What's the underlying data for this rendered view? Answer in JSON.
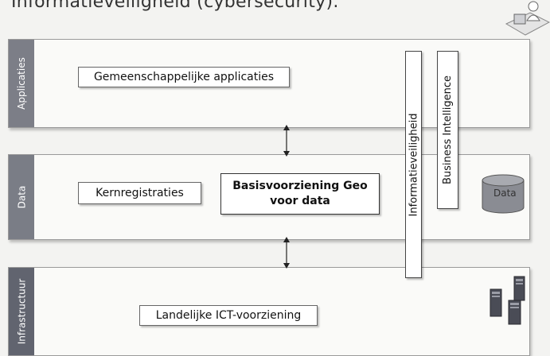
{
  "caption": "Informatieveiligheid (cybersecurity).",
  "layers": {
    "applicaties": {
      "label": "Applicaties"
    },
    "data": {
      "label": "Data"
    },
    "infrastructuur": {
      "label": "Infrastructuur"
    }
  },
  "boxes": {
    "gemeenschappelijke": "Gemeenschappelijke applicaties",
    "kernregistraties": "Kernregistraties",
    "basisvoorziening_line1": "Basisvoorziening Geo",
    "basisvoorziening_line2": "voor data",
    "landelijke": "Landelijke ICT-voorziening"
  },
  "vertical_bars": {
    "informatieveiligheid": "Informatieveiligheid",
    "business_intelligence": "Business Intelligence"
  },
  "icons": {
    "database": "database-icon",
    "database_label": "Data",
    "servers": "servers-icon",
    "user": "user-at-computer-icon"
  },
  "colors": {
    "tab_apps": "#7c7e87",
    "tab_data": "#7a7d86",
    "tab_infra": "#61646f",
    "database": "#8a8c93"
  }
}
